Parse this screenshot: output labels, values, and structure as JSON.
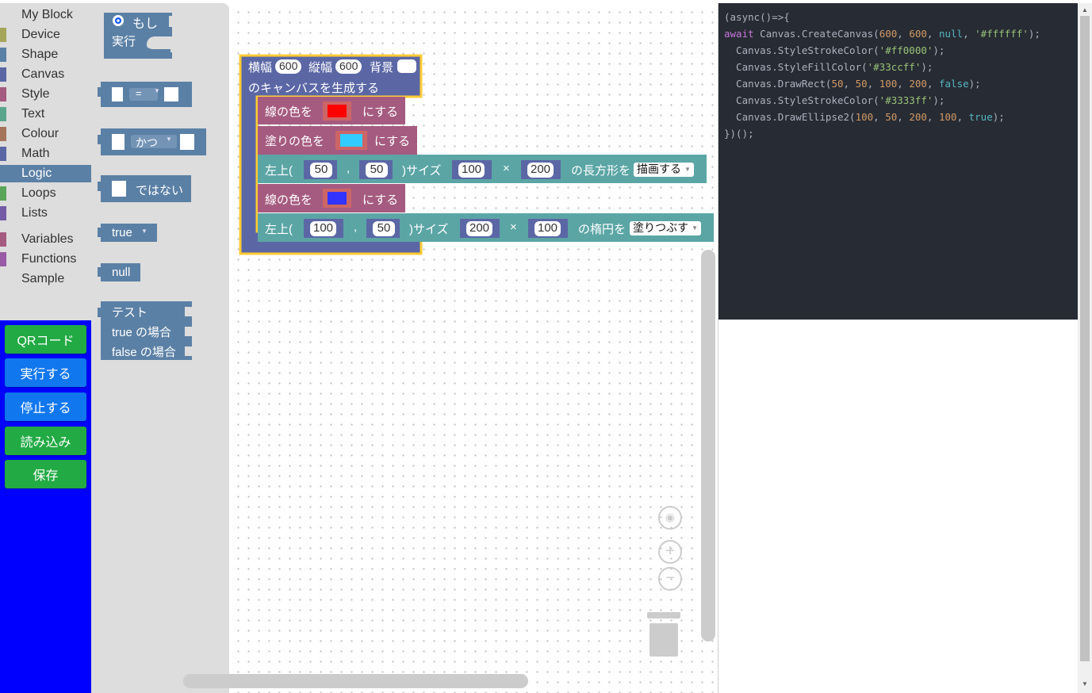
{
  "categories": [
    {
      "label": "My Block",
      "color": ""
    },
    {
      "label": "Device",
      "color": "#a5a55b"
    },
    {
      "label": "Shape",
      "color": "#5b80a5"
    },
    {
      "label": "Canvas",
      "color": "#5b67a5"
    },
    {
      "label": "Style",
      "color": "#a55b80"
    },
    {
      "label": "Text",
      "color": "#5ba58c"
    },
    {
      "label": "Colour",
      "color": "#a5745b"
    },
    {
      "label": "Math",
      "color": "#5b67a5"
    },
    {
      "label": "Logic",
      "color": "#5b80a5"
    },
    {
      "label": "Loops",
      "color": "#5ba55b"
    },
    {
      "label": "Lists",
      "color": "#745ba5"
    },
    {
      "label": "Variables",
      "color": "#a55b80"
    },
    {
      "label": "Functions",
      "color": "#995ba5"
    },
    {
      "label": "Sample",
      "color": ""
    }
  ],
  "selected_category": "Logic",
  "buttons": {
    "qr": "QRコード",
    "run": "実行する",
    "stop": "停止する",
    "load": "読み込み",
    "save": "保存"
  },
  "flyout": {
    "if_label": "もし",
    "do_label": "実行",
    "compare_op": "=",
    "and_op": "かつ",
    "not_label": "ではない",
    "bool_value": "true",
    "null_label": "null",
    "ternary_test": "テスト",
    "ternary_true": "true の場合",
    "ternary_false": "false の場合"
  },
  "program": {
    "canvas": {
      "w_label": "横幅",
      "width": "600",
      "h_label": "縦幅",
      "height": "600",
      "bg_label": "背景",
      "bg_color": "#ffffff",
      "create_label": "のキャンバスを生成する"
    },
    "stroke1": {
      "label": "線の色を",
      "color": "#ff0000",
      "suffix": "にする"
    },
    "fill1": {
      "label": "塗りの色を",
      "color": "#33ccff",
      "suffix": "にする"
    },
    "rect": {
      "prefix": "左上(",
      "x": "50",
      "comma": ",",
      "y": "50",
      "size_label": ")サイズ",
      "w": "100",
      "times": "×",
      "h": "200",
      "suffix": "の長方形を",
      "mode": "描画する"
    },
    "stroke2": {
      "label": "線の色を",
      "color": "#3333ff",
      "suffix": "にする"
    },
    "ellipse": {
      "prefix": "左上(",
      "x": "100",
      "comma": ",",
      "y": "50",
      "size_label": ")サイズ",
      "w": "200",
      "times": "×",
      "h": "100",
      "suffix": "の楕円を",
      "mode": "塗りつぶす"
    }
  },
  "code": {
    "l1": "(async()=>{",
    "await": "await",
    "create_fn": " Canvas.CreateCanvas(",
    "create_w": "600",
    "create_h": "600",
    "create_null": "null",
    "create_bg": "'#ffffff'",
    "l3_fn": "  Canvas.StyleStrokeColor(",
    "l3_arg": "'#ff0000'",
    "l4_fn": "  Canvas.StyleFillColor(",
    "l4_arg": "'#33ccff'",
    "l5_fn": "  Canvas.DrawRect(",
    "l5_a": "50",
    "l5_b": "50",
    "l5_c": "100",
    "l5_d": "200",
    "l5_e": "false",
    "l6_fn": "  Canvas.StyleStrokeColor(",
    "l6_arg": "'#3333ff'",
    "l7_fn": "  Canvas.DrawEllipse2(",
    "l7_a": "100",
    "l7_b": "50",
    "l7_c": "200",
    "l7_d": "100",
    "l7_e": "true",
    "l8": "})();",
    "sep": ", ",
    "close": ");"
  },
  "controls": {
    "center_icon": "crosshair-icon",
    "zoom_in_icon": "plus-icon",
    "zoom_out_icon": "minus-icon",
    "trash_icon": "trash-icon"
  }
}
